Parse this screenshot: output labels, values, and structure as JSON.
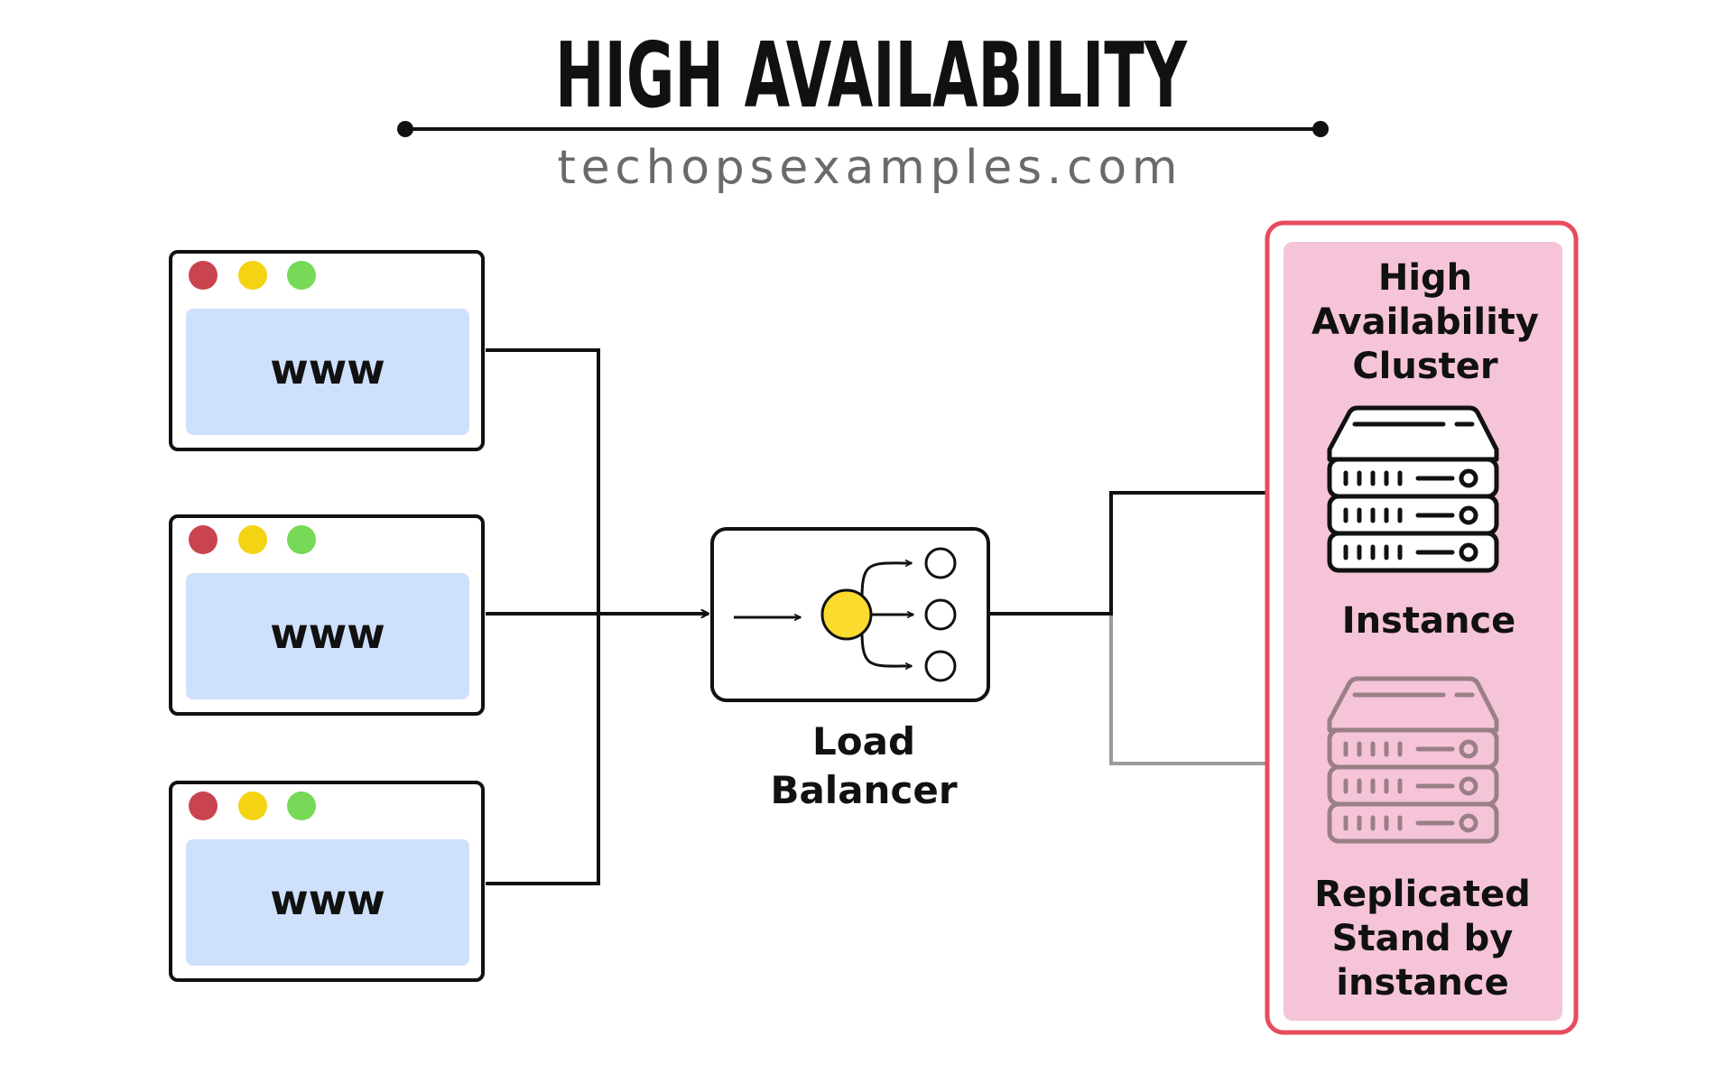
{
  "header": {
    "title": "HIGH AVAILABILITY",
    "subtitle": "techopsexamples.com"
  },
  "clients": [
    {
      "label": "www"
    },
    {
      "label": "www"
    },
    {
      "label": "www"
    }
  ],
  "load_balancer": {
    "label_line1": "Load",
    "label_line2": "Balancer"
  },
  "cluster": {
    "title_line1": "High",
    "title_line2": "Availability",
    "title_line3": "Cluster",
    "primary_label": "Instance",
    "standby_label_line1": "Replicated",
    "standby_label_line2": "Stand by",
    "standby_label_line3": "instance"
  },
  "colors": {
    "window_dot_red": "#c9444f",
    "window_dot_yellow": "#f4d313",
    "window_dot_green": "#76d957",
    "window_content": "#cfe0fb",
    "lb_core": "#fbdb2e",
    "cluster_border": "#e84b5c",
    "cluster_fill": "#f6c4d8",
    "standby_server": "#9a7f86",
    "standby_connector": "#9b9b9b"
  }
}
